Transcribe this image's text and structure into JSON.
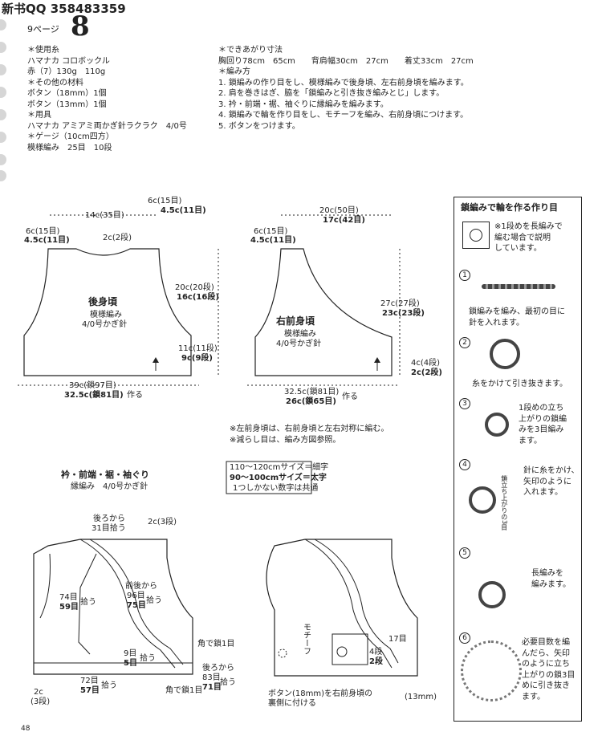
{
  "header": {
    "qq": "新书QQ 358483359",
    "page_label": "9ページ",
    "pattern_no": "8",
    "page_number": "48"
  },
  "materials": [
    "＊使用糸",
    "ハマナカ コロボックル",
    "赤（7）130g　110g",
    "＊その他の材料",
    "ボタン（18mm）1個",
    "ボタン（13mm）1個",
    "＊用具",
    "ハマナカ アミアミ両かぎ針ラクラク　4/0号",
    "＊ゲージ（10cm四方）",
    "模様編み　25目　10段"
  ],
  "finished": {
    "heading": "＊できあがり寸法",
    "sizes": "胸回り78cm　65cm　　背肩幅30cm　27cm　　着丈33cm　27cm"
  },
  "method": {
    "heading": "＊編み方",
    "steps": [
      "1. 鎖編みの作り目をし、模様編みで後身頃、左右前身頃を編みます。",
      "2. 肩を巻きはぎ、脇を「鎖編みと引き抜き編みとじ」します。",
      "3. 衿・前端・裾、袖ぐりに縁編みを編みます。",
      "4. 鎖編みで輪を作り目をし、モチーフを編み、右前身頃につけます。",
      "5. ボタンをつけます。"
    ]
  },
  "back_body": {
    "title": "後身頃",
    "sub1": "模様編み",
    "sub2": "4/0号かぎ針",
    "shoulder_top_a": "6c(15目)",
    "shoulder_top_b": "4.5c(11目)",
    "neck_a": "14c(35目)",
    "left_a": "6c(15目)",
    "left_b": "4.5c(11目)",
    "neck_depth": "2c(2段)",
    "arm_a": "20c(20段)",
    "arm_b": "16c(16段)",
    "side_a": "11c(11段)",
    "side_b": "9c(9段)",
    "bottom_a": "39c(鎖97目)",
    "bottom_b": "32.5c(鎖81目)",
    "make": "作る"
  },
  "front_body": {
    "title": "右前身頃",
    "sub1": "模様編み",
    "sub2": "4/0号かぎ針",
    "top_a": "20c(50目)",
    "top_b": "17c(42目)",
    "left_a": "6c(15目)",
    "left_b": "4.5c(11目)",
    "right_a": "27c(27段)",
    "right_b": "23c(23段)",
    "side_a": "4c(4段)",
    "side_b": "2c(2段)",
    "bottom_a": "32.5c(鎖81目)",
    "bottom_b": "26c(鎖65目)",
    "make": "作る"
  },
  "notes": [
    "※左前身頃は、右前身頃と左右対称に編む。",
    "※減らし目は、編み方図参照。"
  ],
  "size_legend": [
    "110～120cmサイズ＝細字",
    "90～100cmサイズ＝太字",
    "1つしかない数字は共通"
  ],
  "edging": {
    "title": "衿・前端・裾・袖ぐり",
    "sub": "縁編み　4/0号かぎ針",
    "back_pick_a": "後ろから",
    "back_pick_b": "31目拾う",
    "top_rows": "2c(3段)",
    "side_pick_a": "74目",
    "side_pick_b": "59目",
    "side_pick_c": "拾う",
    "front_pick_a": "前後から",
    "front_pick_b": "96目",
    "front_pick_c": "75目",
    "front_pick_d": "拾う",
    "corner1": "角で鎖1目",
    "nine_a": "9目",
    "nine_b": "5目",
    "nine_c": "拾う",
    "bottom_pick_a": "72目",
    "bottom_pick_b": "57目",
    "bottom_pick_c": "拾う",
    "back_bottom_a": "後ろから",
    "back_bottom_b": "83目",
    "back_bottom_c": "71目",
    "back_bottom_d": "拾う",
    "corner2": "角で鎖1目",
    "bottom_left_a": "2c",
    "bottom_left_b": "(3段)",
    "motif": "モチーフ",
    "rows_4": "4段",
    "rows_2": "2段",
    "st17": "17目",
    "button_note_a": "ボタン(18mm)を右前身頃の",
    "button_note_b": "裏側に付ける",
    "btn13": "(13mm)"
  },
  "ring_guide": {
    "title": "鎖編みで輪を作る作り目",
    "note": [
      "※1段めを長編みで",
      "編む場合で説明",
      "しています。"
    ],
    "steps": [
      {
        "no": "1",
        "text": [
          "鎖編みを編み、最初の目に",
          "針を入れます。"
        ]
      },
      {
        "no": "2",
        "text": [
          "糸をかけて引き抜きます。"
        ]
      },
      {
        "no": "3",
        "text": [
          "1段めの立ち",
          "上がりの鎖編",
          "みを3目編み",
          "ます。"
        ]
      },
      {
        "no": "4",
        "text": [
          "針に糸をかけ、",
          "矢印のように",
          "入れます。"
        ],
        "vertical": "鎖立ち上がりの3目"
      },
      {
        "no": "5",
        "text": [
          "長編みを",
          "編みます。"
        ]
      },
      {
        "no": "6",
        "text": [
          "必要目数を編",
          "んだら、矢印",
          "のように立ち",
          "上がりの鎖3目",
          "めに引き抜き",
          "ます。"
        ]
      }
    ]
  }
}
